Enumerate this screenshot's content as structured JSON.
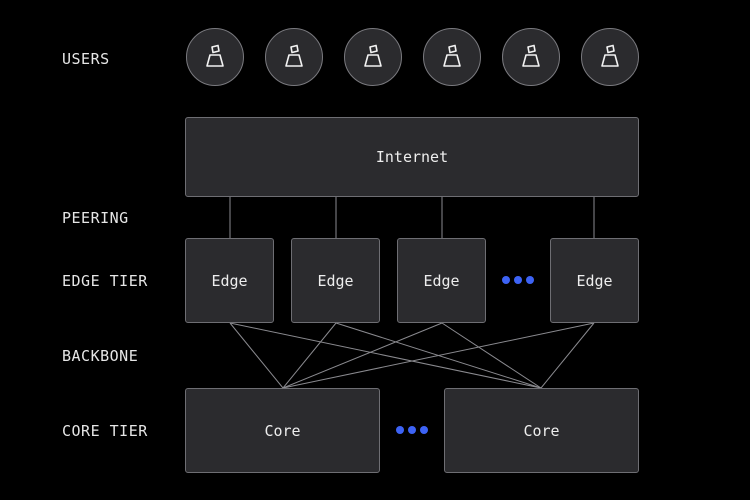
{
  "rows": {
    "users": "USERS",
    "peering": "PEERING",
    "edge_tier": "EDGE TIER",
    "backbone": "BACKBONE",
    "core_tier": "CORE TIER"
  },
  "internet": {
    "label": "Internet"
  },
  "edges": [
    {
      "label": "Edge"
    },
    {
      "label": "Edge"
    },
    {
      "label": "Edge"
    },
    {
      "label": "Edge"
    }
  ],
  "cores": [
    {
      "label": "Core"
    },
    {
      "label": "Core"
    }
  ],
  "users_count": 6,
  "user_icon": "user-icon",
  "ellipsis_icon": "ellipsis-dots-icon",
  "colors": {
    "background": "#000000",
    "node_fill": "#2b2b2e",
    "node_border": "#6e6e73",
    "line": "#8a8a8f",
    "ellipsis": "#3d63f5",
    "text": "#e6e6e6"
  }
}
